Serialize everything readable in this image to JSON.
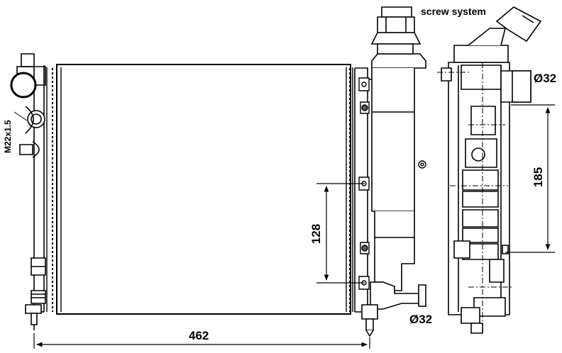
{
  "labels": {
    "screw_system": "screw system",
    "thread": "M22x1.5",
    "width": "462",
    "mount_spacing": "128",
    "side_spacing": "185",
    "outlet_diameter": "Ø32",
    "side_diameter": "Ø32"
  }
}
